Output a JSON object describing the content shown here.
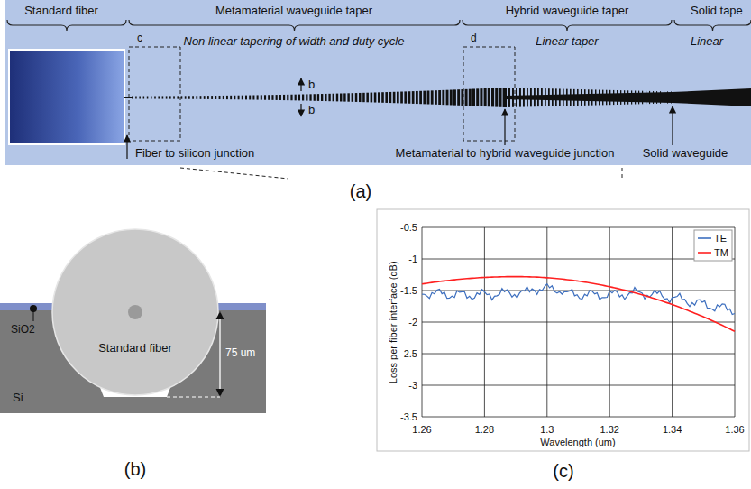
{
  "diagram": {
    "labels": [
      "Standard fiber",
      "Metamaterial waveguide taper",
      "Hybrid waveguide taper",
      "Solid tape",
      "Non linear tapering of width and duty cycle",
      "Linear taper",
      "Linear",
      "c",
      "b",
      "b",
      "d",
      "Fiber to silicon junction",
      "Metamaterial to hybrid waveguide junction",
      "Solid waveguide",
      "(a)",
      "SiO2",
      "Standard fiber",
      "75 um",
      "Si",
      "(b)",
      "-0.5",
      "-1",
      "-1.5",
      "-2",
      "-2.5",
      "-3",
      "-3.5",
      "1.26",
      "1.28",
      "1.3",
      "1.32",
      "1.34",
      "1.36",
      "Loss per fiber interface (dB)",
      "Wavelength (um)",
      "(c)"
    ],
    "legend": [
      {
        "text": "TE"
      },
      {
        "text": "TM"
      }
    ]
  }
}
